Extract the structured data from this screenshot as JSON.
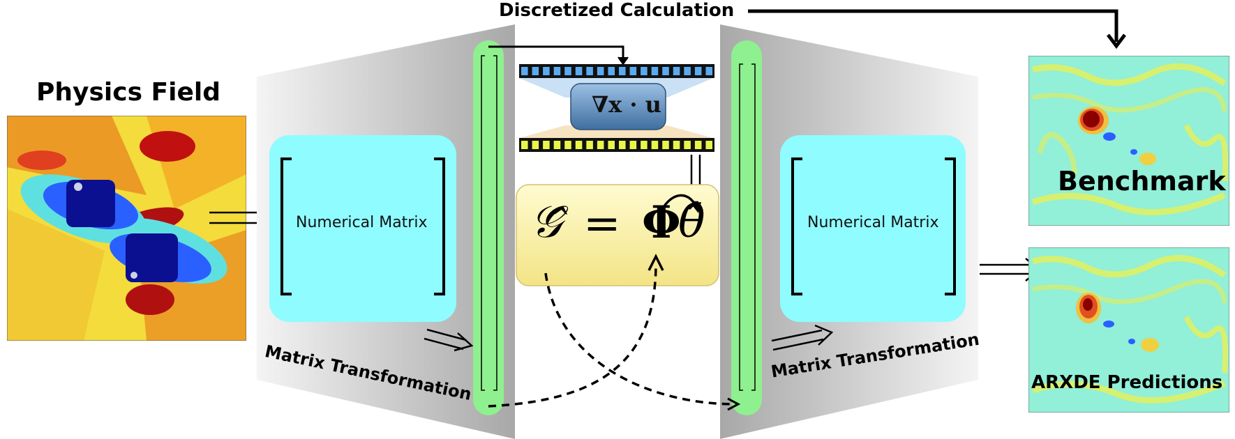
{
  "title": "Discretized Calculation",
  "physics_field": {
    "label": "Physics Field"
  },
  "matrix_left": {
    "label": "Numerical Matrix",
    "transform_label": "Matrix Transformation"
  },
  "matrix_right": {
    "label": "Numerical Matrix",
    "transform_label": "Matrix Transformation"
  },
  "operator": {
    "label": "∇x · u"
  },
  "equation": {
    "lhs": "𝒢̂",
    "equals": "=",
    "phi": "Φ",
    "theta": "θ̂"
  },
  "benchmark": {
    "label": "Benchmark"
  },
  "predictions": {
    "label": "ARXDE Predictions"
  },
  "colors": {
    "panel_grey_light": "#f2f2f2",
    "panel_grey_dark": "#a6a6a6",
    "matrix_fill": "#8ffcff",
    "green_bar": "#8ef08e",
    "blue_cells": "#5aaaf0",
    "yellow_cells": "#e8f54a",
    "equation_fill": "#fff6a8",
    "operator_fill": "#5f8fc0"
  }
}
